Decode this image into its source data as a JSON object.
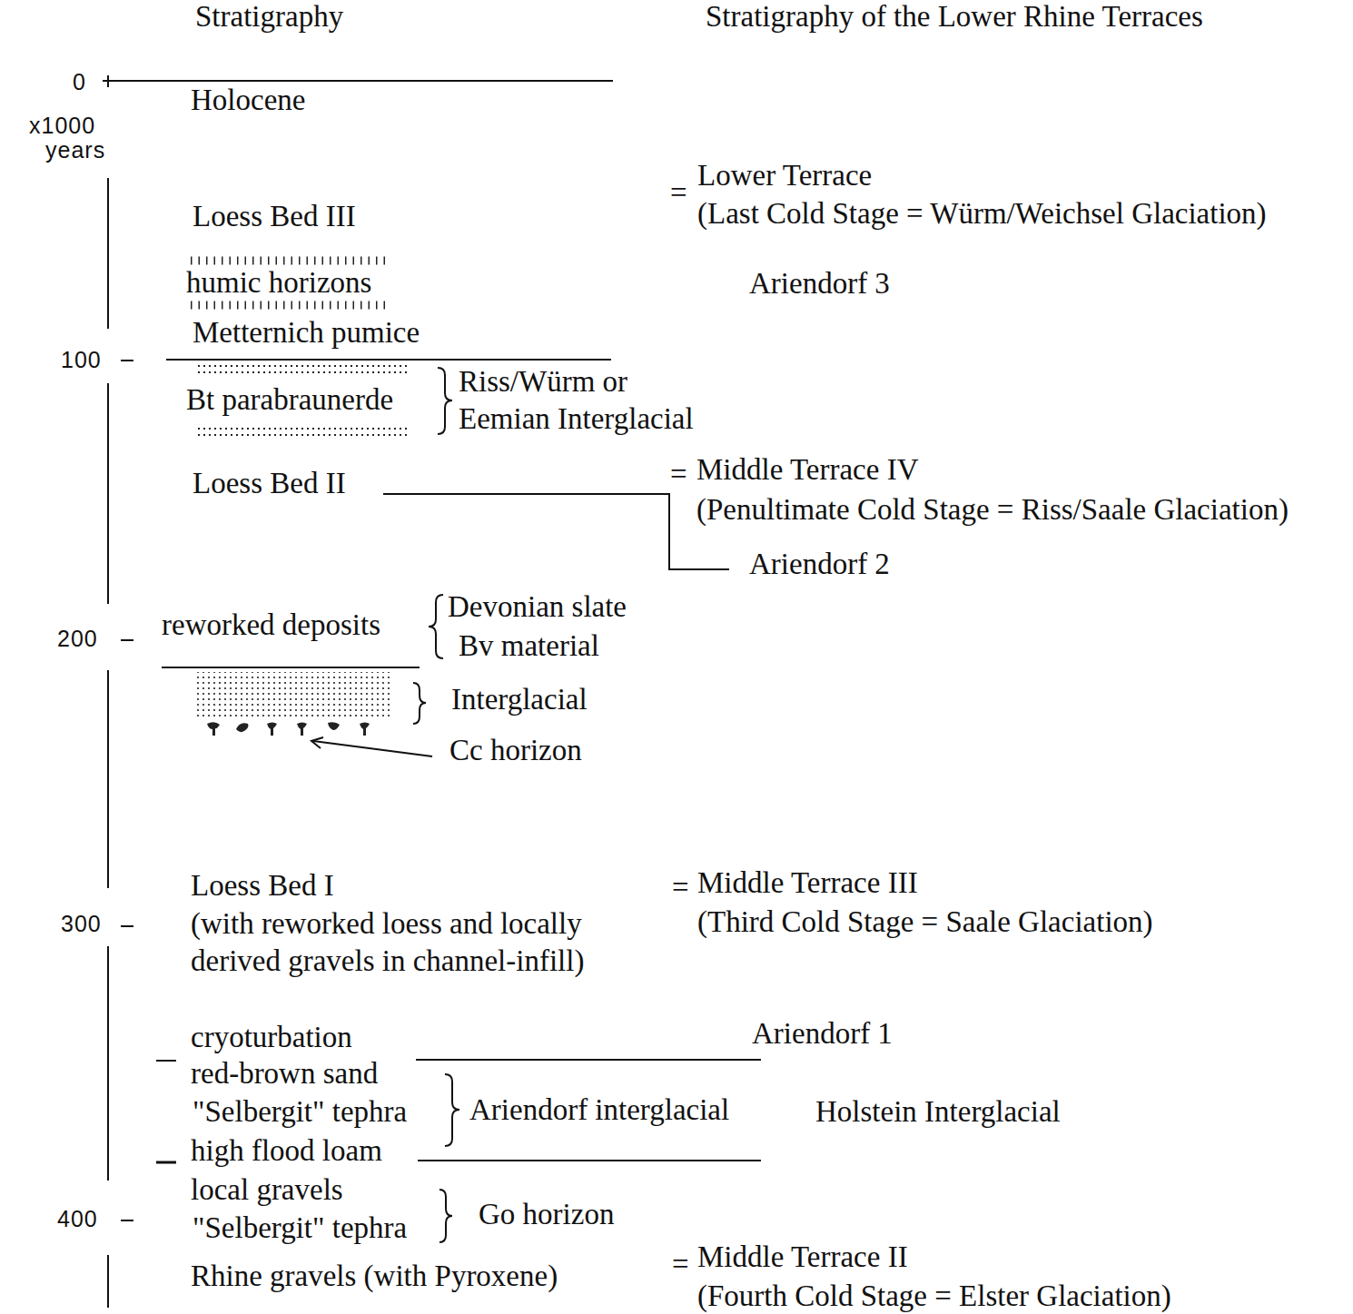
{
  "diagram": {
    "labels": [
      "Stratigraphy",
      "Stratigraphy of the Lower Rhine Terraces",
      "0",
      "x1000",
      "years",
      "Holocene",
      "=",
      "Lower Terrace",
      "(Last Cold Stage = Würm/Weichsel Glaciation)",
      "Loess Bed III",
      "humic horizons",
      "Ariendorf 3",
      "Metternich pumice",
      "100",
      "Bt parabraunerde",
      "Riss/Würm or",
      "Eemian Interglacial",
      "Loess Bed II",
      "=",
      "Middle Terrace IV",
      "(Penultimate Cold Stage = Riss/Saale Glaciation)",
      "Ariendorf 2",
      "reworked deposits",
      "Devonian slate",
      "Bv material",
      "200",
      "Interglacial",
      "Cc horizon",
      "Loess Bed I",
      "=",
      "Middle Terrace III",
      "(with reworked loess and locally",
      "(Third Cold Stage = Saale Glaciation)",
      "300",
      "derived gravels in channel-infill)",
      "cryoturbation",
      "Ariendorf 1",
      "red-brown sand",
      "\"Selbergit\" tephra",
      "Ariendorf interglacial",
      "Holstein Interglacial",
      "high flood loam",
      "local gravels",
      "Go horizon",
      "400",
      "\"Selbergit\" tephra",
      "Rhine gravels (with Pyroxene)",
      "=",
      "Middle Terrace II",
      "(Fourth Cold Stage = Elster Glaciation)"
    ]
  }
}
